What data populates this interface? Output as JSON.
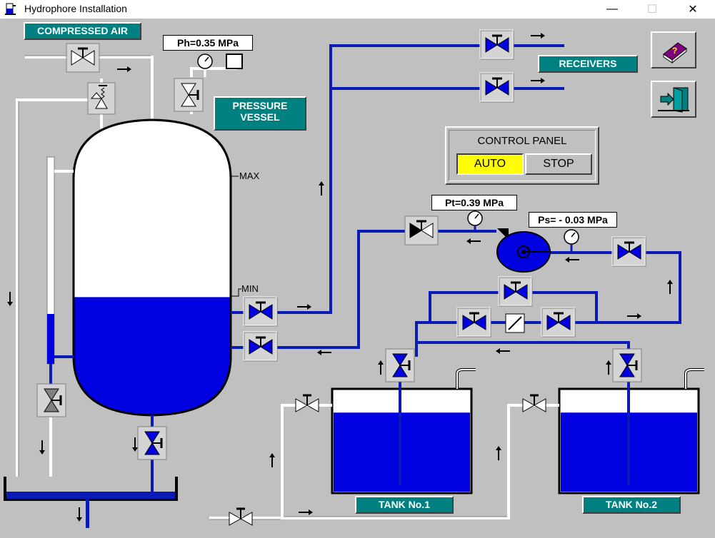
{
  "window": {
    "title": "Hydrophore Installation",
    "minimize": "—",
    "maximize": "☐",
    "close": "✕"
  },
  "labels": {
    "compressed_air": "COMPRESSED AIR",
    "pressure_vessel_line1": "PRESSURE",
    "pressure_vessel_line2": "VESSEL",
    "receivers": "RECEIVERS",
    "tank1": "TANK No.1",
    "tank2": "TANK No.2",
    "max": "MAX",
    "min": "MIN"
  },
  "gauges": {
    "ph": "Ph=0.35 MPa",
    "pt": "Pt=0.39 MPa",
    "ps": "Ps= - 0.03 MPa"
  },
  "control_panel": {
    "title": "CONTROL PANEL",
    "auto_label": "AUTO",
    "stop_label": "STOP",
    "auto_active": true
  },
  "toolbar": {
    "help_icon": "help-book-icon",
    "exit_icon": "exit-door-icon"
  },
  "levels": {
    "vessel_water_fraction": 0.4,
    "tank1_water_fraction": 0.78,
    "tank2_water_fraction": 0.78
  },
  "colors": {
    "water": "#0000e0",
    "pipe": "#0a1ab4",
    "label_bg": "#008080",
    "auto_active": "#ffff00",
    "background": "#c0c0c0"
  }
}
